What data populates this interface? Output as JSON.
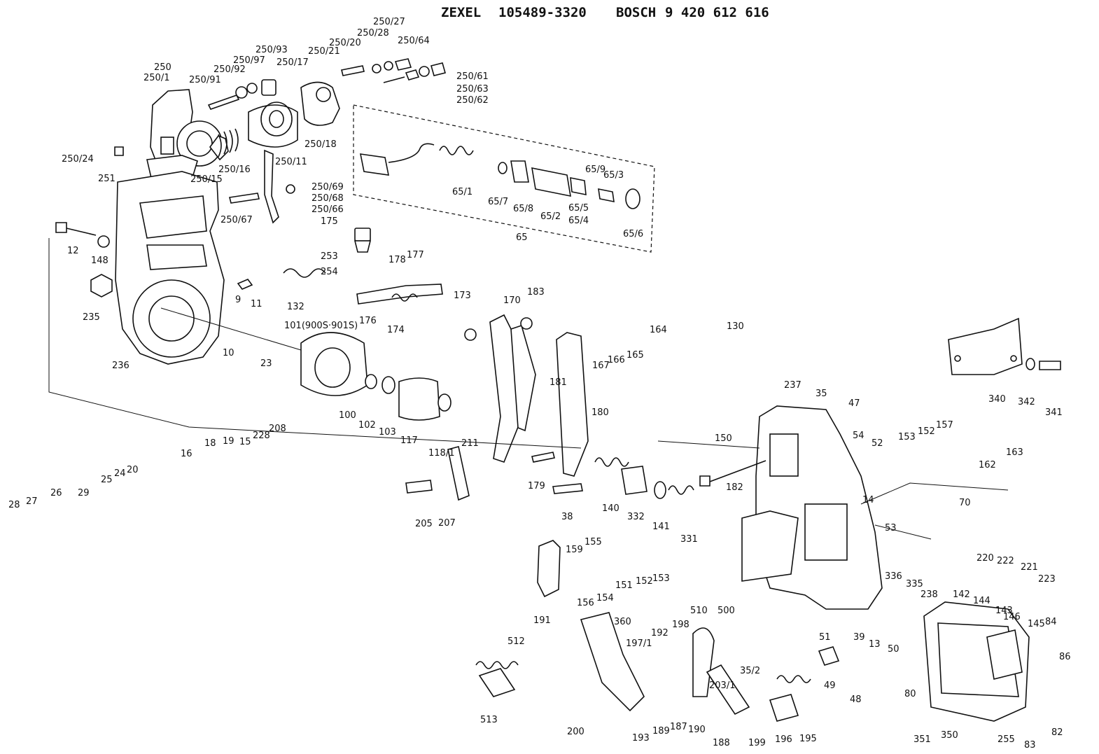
{
  "title": {
    "maker1": "ZEXEL",
    "number1": "105489-3320",
    "maker2": "BOSCH",
    "number2": "9 420 612 616"
  },
  "labels": [
    "250",
    "250/1",
    "250/91",
    "250/92",
    "250/93",
    "250/97",
    "250/17",
    "250/21",
    "250/20",
    "250/28",
    "250/27",
    "250/64",
    "250/61",
    "250/63",
    "250/62",
    "250/18",
    "250/11",
    "250/16",
    "250/15",
    "250/24",
    "251",
    "250/69",
    "250/68",
    "250/66",
    "250/67",
    "65/1",
    "65/7",
    "65/8",
    "65/2",
    "65/9",
    "65/3",
    "65/5",
    "65/4",
    "65/6",
    "65",
    "12",
    "148",
    "235",
    "236",
    "9",
    "11",
    "132",
    "175",
    "253",
    "254",
    "178",
    "177",
    "173",
    "176",
    "174",
    "101(900S·901S)",
    "10",
    "23",
    "100",
    "102",
    "103",
    "117",
    "118/1",
    "170",
    "183",
    "181",
    "180",
    "167",
    "166",
    "165",
    "164",
    "130",
    "150",
    "16",
    "18",
    "19",
    "15",
    "228",
    "208",
    "26",
    "29",
    "25",
    "24",
    "20",
    "28",
    "27",
    "211",
    "207",
    "205",
    "179",
    "38",
    "140",
    "332",
    "141",
    "331",
    "237",
    "35",
    "47",
    "54",
    "52",
    "153",
    "152",
    "157",
    "182",
    "14",
    "53",
    "70",
    "162",
    "163",
    "220",
    "222",
    "221",
    "223",
    "336",
    "335",
    "142",
    "144",
    "143",
    "146",
    "145",
    "340",
    "342",
    "341",
    "191",
    "159",
    "155",
    "156",
    "154",
    "151",
    "152",
    "153",
    "510",
    "500",
    "512",
    "513",
    "360",
    "197/1",
    "192",
    "198",
    "200",
    "193",
    "189",
    "187",
    "190",
    "188",
    "199",
    "196",
    "195",
    "203/1",
    "35/2",
    "49",
    "48",
    "51",
    "39",
    "13",
    "50",
    "238",
    "80",
    "84",
    "86",
    "82",
    "83",
    "351",
    "350",
    "255"
  ]
}
